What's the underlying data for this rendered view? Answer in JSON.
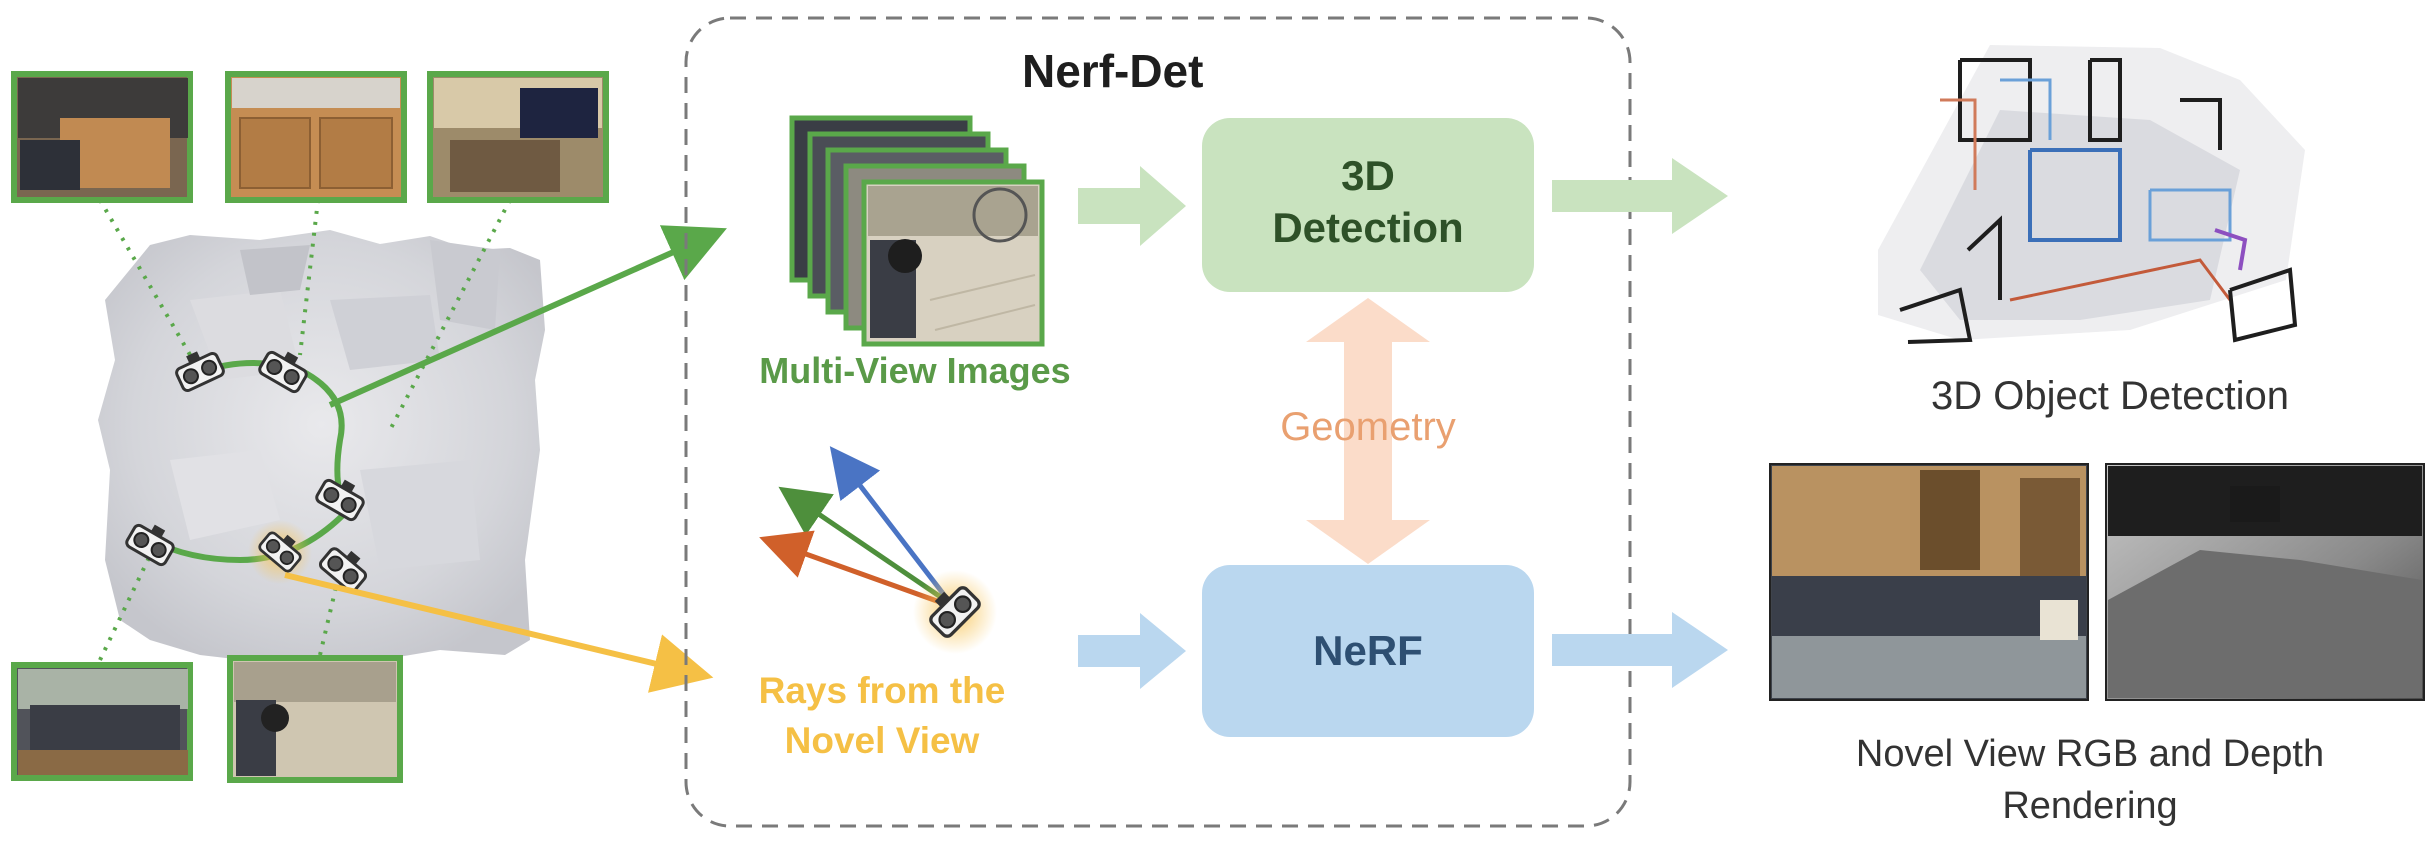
{
  "diagram": {
    "title": "Nerf-Det",
    "detection_box_label": "3D\nDetection",
    "nerf_box_label": "NeRF",
    "geometry_label": "Geometry",
    "multiview_caption": "Multi-View Images",
    "rays_caption": "Rays from the\nNovel View",
    "output_detection_caption": "3D Object Detection",
    "output_rendering_caption": "Novel View RGB and Depth\nRendering"
  },
  "colors": {
    "green": "#5aa84a",
    "green_light": "#c9e3bf",
    "green_text": "#5a9a48",
    "blue_light": "#bad7ef",
    "blue_text": "#2e4f72",
    "orange_text": "#e9a070",
    "orange_light": "#fbdcc9",
    "yellow": "#f5c045",
    "dash_border": "#7a7a7a",
    "ray_blue": "#4a74c4",
    "ray_green": "#4e8f3c",
    "ray_orange": "#d0602a"
  },
  "icons": [
    "camera-icon",
    "room-scan-image",
    "room-photo-thumbnail",
    "bbox-scene-image",
    "rgb-render-image",
    "depth-render-image"
  ]
}
